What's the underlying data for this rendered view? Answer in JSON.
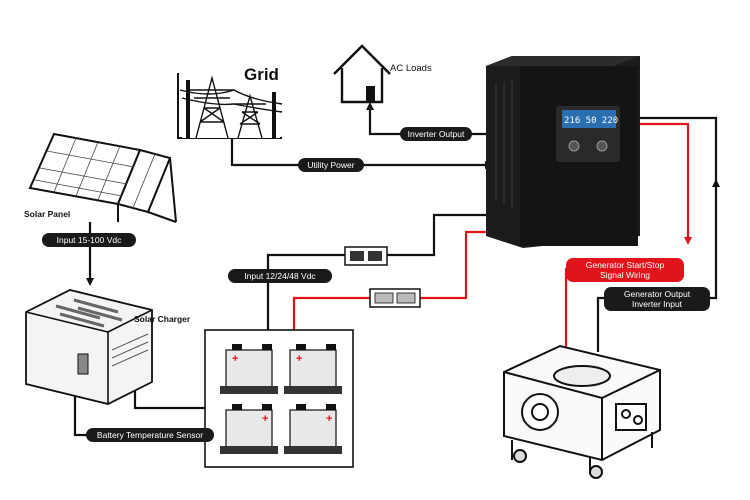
{
  "labels": {
    "grid": "Grid",
    "ac_loads": "AC Loads",
    "inverter_output": "Inverter Output",
    "utility_power": "Utility Power",
    "solar_panel": "Solar Panel",
    "input_solar": "Input 15-100 Vdc",
    "solar_charger": "Solar Charger",
    "input_battery": "Input 12/24/48 Vdc",
    "battery_temp_sensor": "Battery Temperature Sensor",
    "generator_start_stop_1": "Generator  Start/Stop",
    "generator_start_stop_2": "Signal Wiring",
    "generator_output_1": "Generator  Output",
    "generator_output_2": "Inverter Input"
  },
  "inverter": {
    "lcd_reading": "216 50 220"
  },
  "colors": {
    "wire_black": "#111111",
    "wire_red": "#e1141b",
    "label_fill": "#1a1a1a",
    "inverter_body": "#1c1c1c",
    "lcd": "#2a6fb0"
  }
}
